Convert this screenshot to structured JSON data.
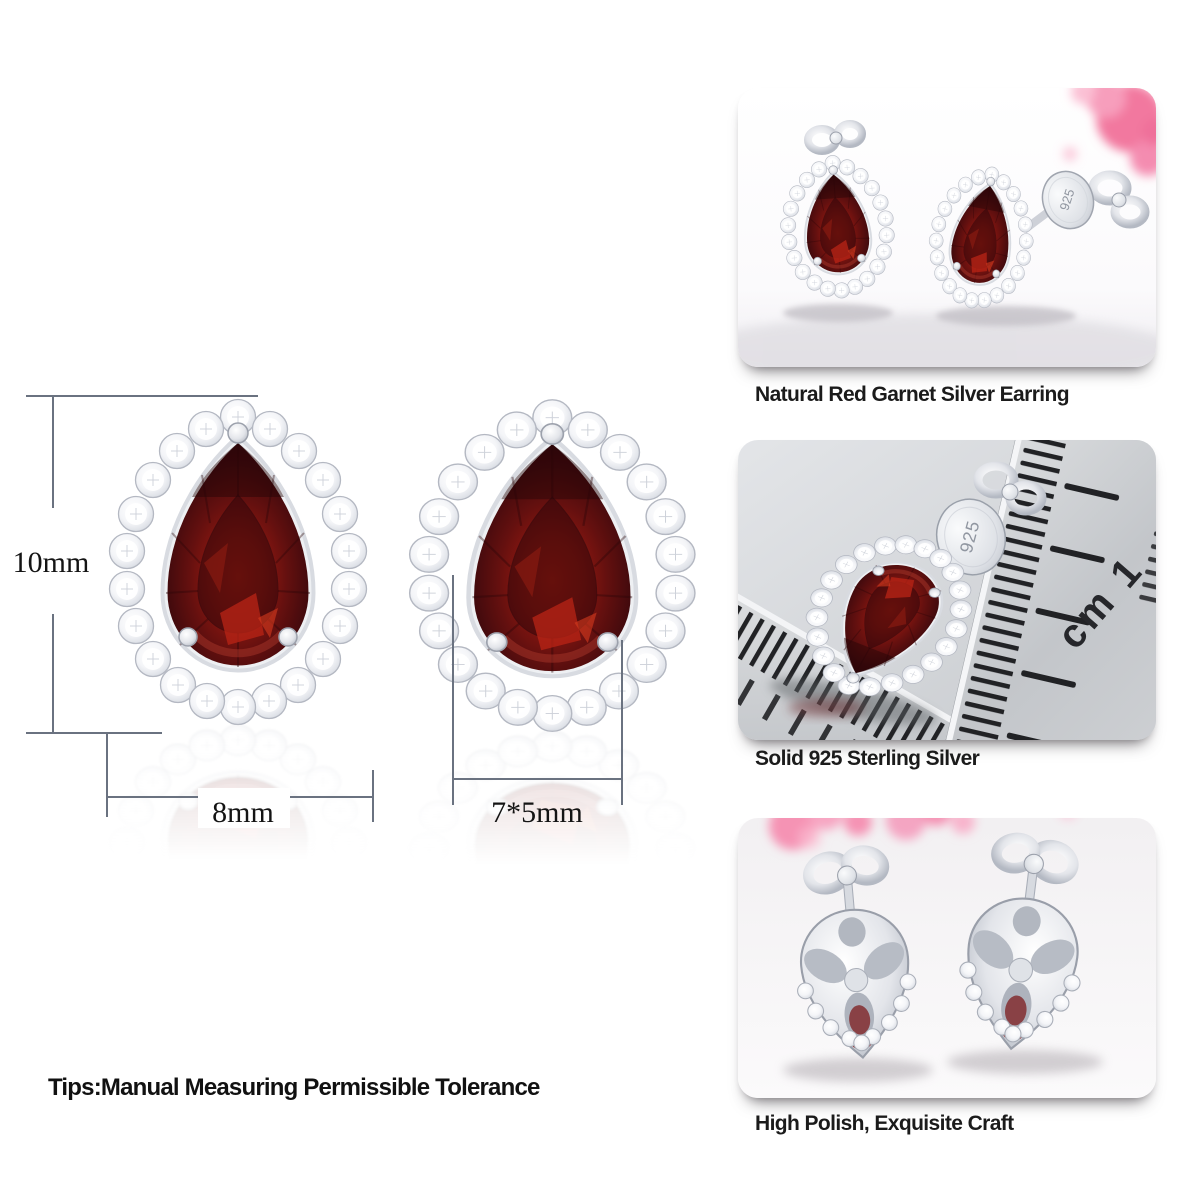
{
  "product": {
    "measurements": {
      "height": "10mm",
      "width": "8mm",
      "gem_size": "7*5mm"
    },
    "tips": "Tips:Manual Measuring Permissible Tolerance"
  },
  "gallery": {
    "items": [
      {
        "caption": "Natural Red Garnet Silver Earring",
        "engraving": "925"
      },
      {
        "caption": "Solid 925 Sterling Silver",
        "ruler_label": "cm 1",
        "engraving": "925"
      },
      {
        "caption": "High Polish, Exquisite Craft"
      }
    ]
  },
  "colors": {
    "garnet_dark": "#30070a",
    "garnet_mid": "#8c1810",
    "garnet_bright": "#c22718",
    "silver_light": "#f4f5f8",
    "silver_mid": "#c9ccd4",
    "dimension_line": "#6a7280",
    "text": "#111111",
    "flower_pink": "#f48cb0",
    "background": "#ffffff"
  }
}
